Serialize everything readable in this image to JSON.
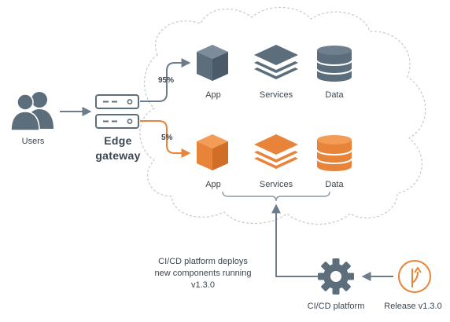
{
  "colors": {
    "slate": "#5c6d7c",
    "orange": "#e8833a",
    "cloud_border": "#bfc6cc",
    "text": "#3b4650"
  },
  "icons": {
    "users": "users-icon",
    "gateway": "server-icon",
    "app": "cube-icon",
    "services": "layers-icon",
    "data": "database-icon",
    "ci_cd": "gear-icon",
    "release": "git-branch-icon"
  },
  "users": {
    "label": "Users"
  },
  "gateway": {
    "line1": "Edge",
    "line2": "gateway"
  },
  "routes": {
    "current": {
      "percent": "95%"
    },
    "new": {
      "percent": "5%"
    }
  },
  "current_row": {
    "app": "App",
    "services": "Services",
    "data": "Data"
  },
  "new_row": {
    "app": "App",
    "services": "Services",
    "data": "Data"
  },
  "deploy_note": {
    "line1": "CI/CD platform deploys",
    "line2": "new components running",
    "line3": "v1.3.0"
  },
  "cicd": {
    "label": "CI/CD platform"
  },
  "release": {
    "label": "Release v1.3.0"
  }
}
